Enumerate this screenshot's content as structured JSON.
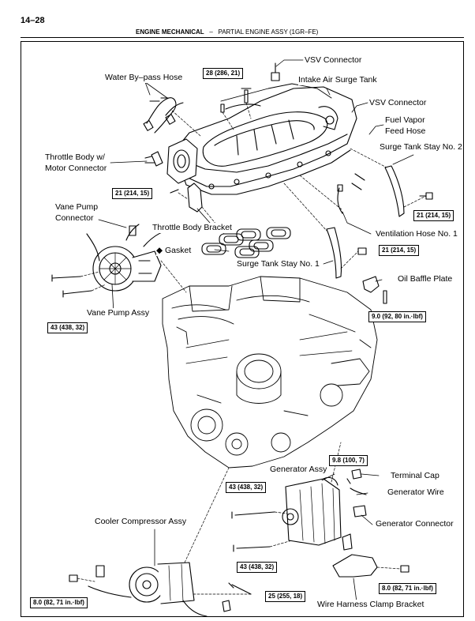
{
  "page": {
    "number": "14–28",
    "section": "ENGINE MECHANICAL",
    "separator": "–",
    "subsection": "PARTIAL ENGINE ASSY (1GR–FE)"
  },
  "labels": {
    "vsv_connector_1": "VSV Connector",
    "water_bypass_hose": "Water By–pass Hose",
    "intake_air_surge_tank": "Intake Air Surge Tank",
    "vsv_connector_2": "VSV Connector",
    "fuel_vapor_feed_hose_1": "Fuel Vapor",
    "fuel_vapor_feed_hose_2": "Feed Hose",
    "surge_tank_stay_no2": "Surge Tank Stay No. 2",
    "throttle_body_motor_connector_1": "Throttle Body w/",
    "throttle_body_motor_connector_2": "Motor Connector",
    "vane_pump_connector_1": "Vane Pump",
    "vane_pump_connector_2": "Connector",
    "throttle_body_bracket": "Throttle Body Bracket",
    "ventilation_hose_no1": "Ventilation Hose No. 1",
    "gasket_marker": "◆",
    "gasket": "Gasket",
    "surge_tank_stay_no1": "Surge Tank Stay No. 1",
    "oil_baffle_plate": "Oil Baffle Plate",
    "vane_pump_assy": "Vane Pump Assy",
    "generator_assy": "Generator Assy",
    "terminal_cap": "Terminal Cap",
    "generator_wire": "Generator Wire",
    "generator_connector": "Generator Connector",
    "cooler_compressor_assy": "Cooler Compressor Assy",
    "wire_harness_clamp_bracket": "Wire Harness Clamp Bracket"
  },
  "torques": {
    "t_28": "28 (286, 21)",
    "t_21_throttle": "21 (214, 15)",
    "t_21_stay2": "21 (214, 15)",
    "t_21_stay1": "21 (214, 15)",
    "t_9_baffle": "9.0 (92, 80 in.·lbf)",
    "t_43_vane": "43 (438, 32)",
    "t_9_8_terminal": "9.8 (100, 7)",
    "t_43_gen_top": "43 (438, 32)",
    "t_43_gen_bottom": "43 (438, 32)",
    "t_8_compressor": "8.0 (82, 71 in.·lbf)",
    "t_25": "25 (255, 18)",
    "t_8_bracket": "8.0 (82, 71 in.·lbf)"
  }
}
